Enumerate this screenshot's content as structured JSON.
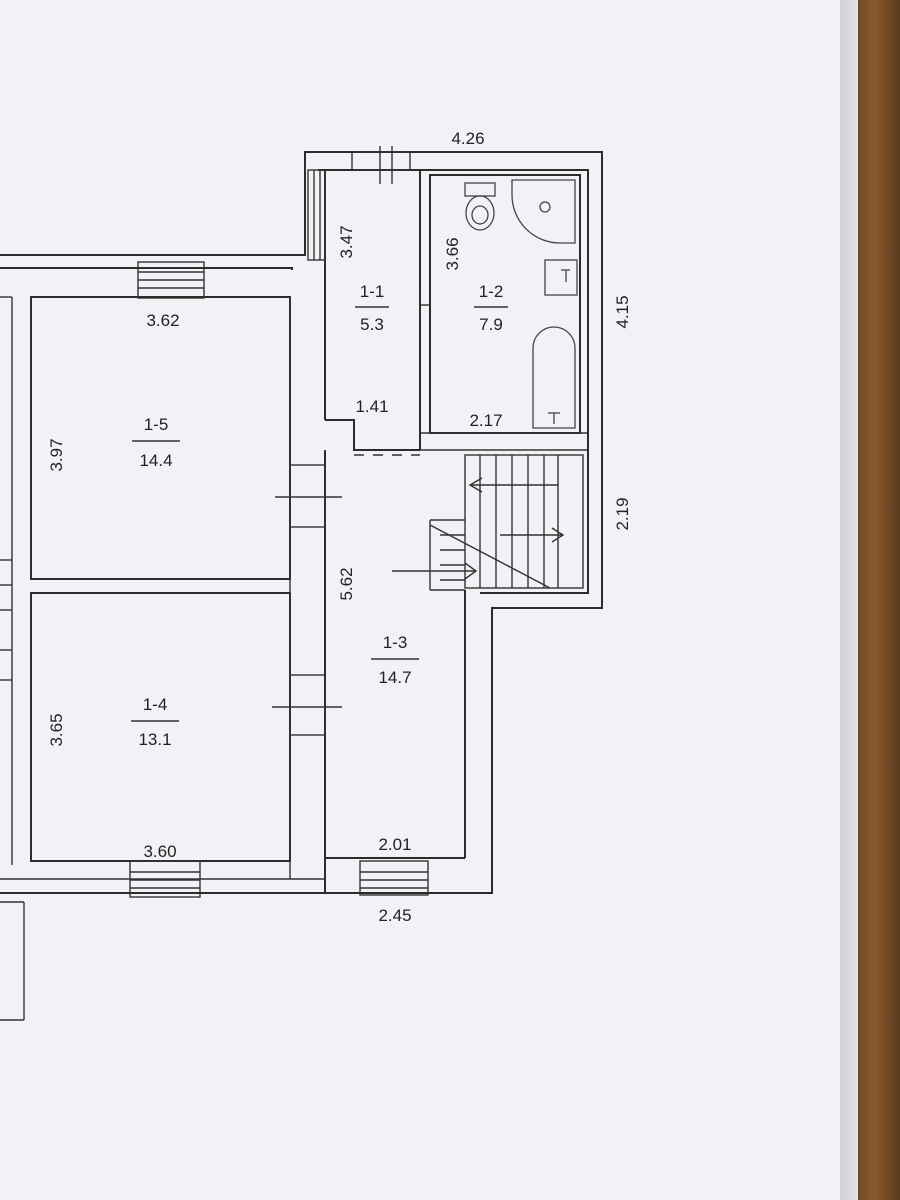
{
  "rooms": {
    "r11": {
      "id": "1-1",
      "area": "5.3"
    },
    "r12": {
      "id": "1-2",
      "area": "7.9"
    },
    "r13": {
      "id": "1-3",
      "area": "14.7"
    },
    "r14": {
      "id": "1-4",
      "area": "13.1"
    },
    "r15": {
      "id": "1-5",
      "area": "14.4"
    }
  },
  "dimensions": {
    "top_width": "4.26",
    "v_347": "3.47",
    "v_366": "3.66",
    "v_415": "4.15",
    "w_362": "3.62",
    "w_141": "1.41",
    "w_217": "2.17",
    "v_397": "3.97",
    "v_219": "2.19",
    "v_562": "5.62",
    "v_365": "3.65",
    "w_360": "3.60",
    "w_201": "2.01",
    "w_245": "2.45"
  }
}
